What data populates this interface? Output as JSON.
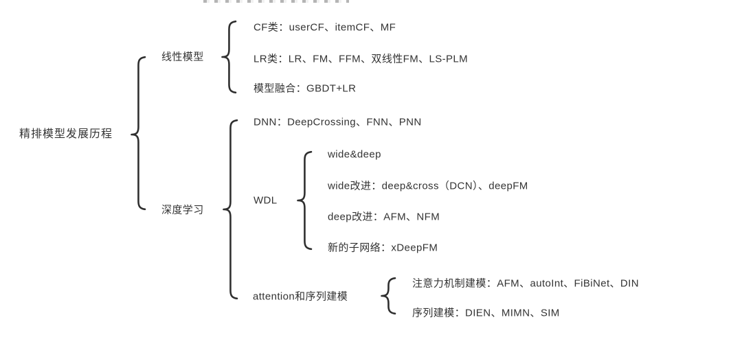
{
  "colors": {
    "text": "#333333",
    "line": "#2f2f2f",
    "background": "#ffffff"
  },
  "tree": {
    "root": {
      "label": "精排模型发展历程"
    },
    "linear": {
      "label": "线性模型",
      "items": [
        "CF类：userCF、itemCF、MF",
        "LR类：LR、FM、FFM、双线性FM、LS-PLM",
        "模型融合：GBDT+LR"
      ]
    },
    "deep": {
      "label": "深度学习",
      "dnn": "DNN：DeepCrossing、FNN、PNN",
      "wdl": {
        "label": "WDL",
        "items": [
          "wide&deep",
          "wide改进：deep&cross（DCN）、deepFM",
          "deep改进：AFM、NFM",
          "新的子网络：xDeepFM"
        ]
      },
      "attention": {
        "label": "attention和序列建模",
        "items": [
          "注意力机制建模：AFM、autoInt、FiBiNet、DIN",
          "序列建模：DIEN、MIMN、SIM"
        ]
      }
    }
  }
}
